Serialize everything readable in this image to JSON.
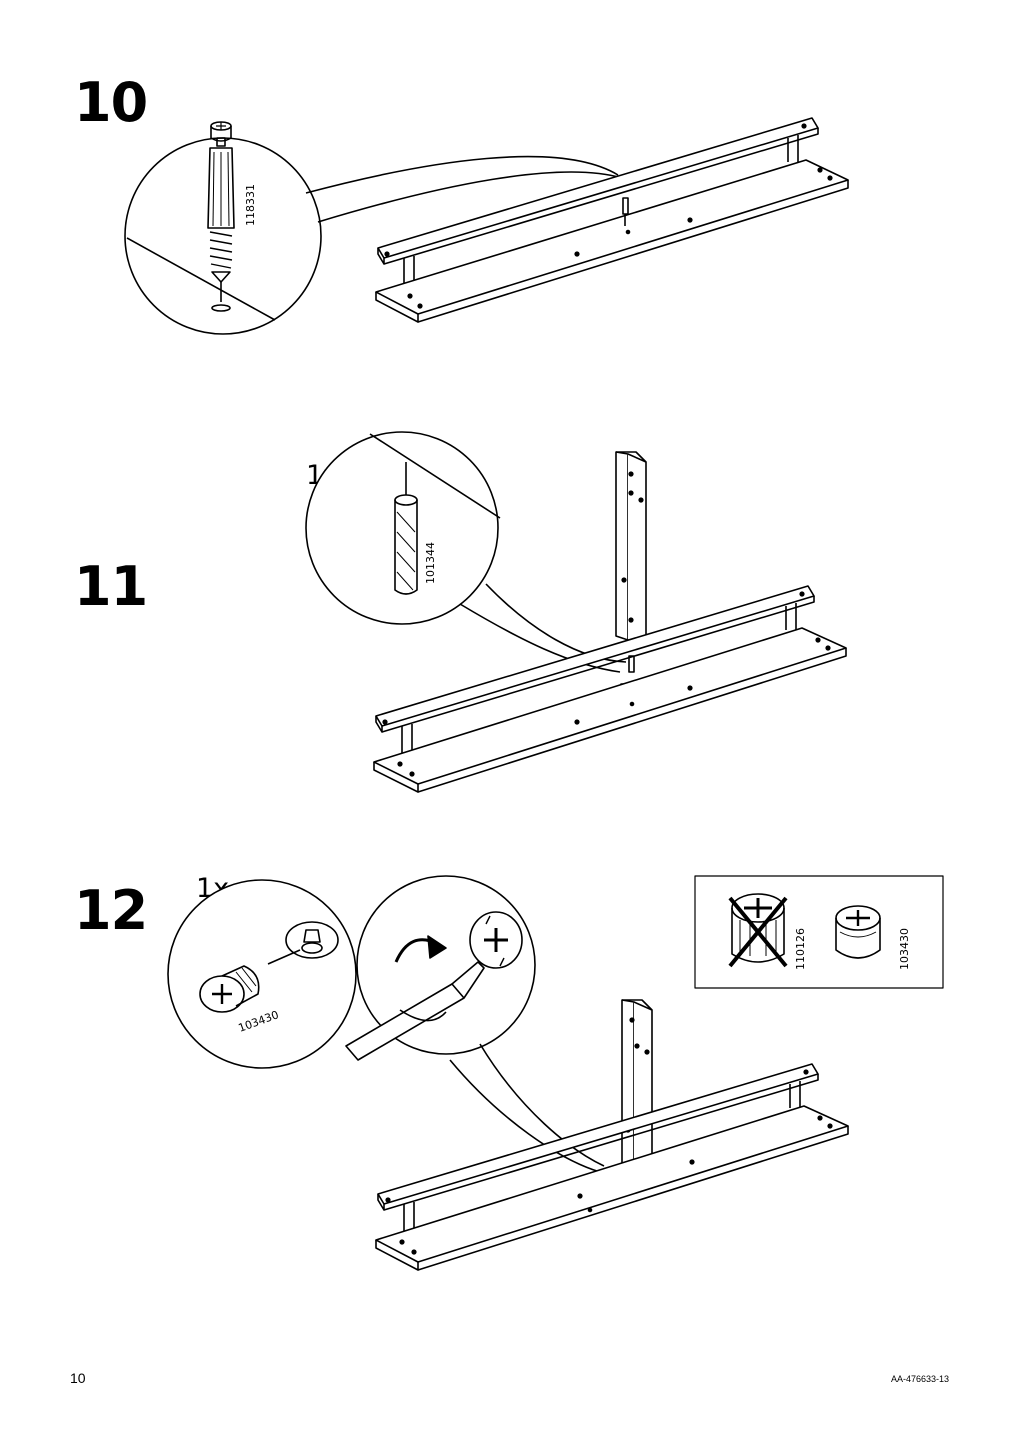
{
  "steps": [
    {
      "number": "10",
      "part_number": "118331"
    },
    {
      "number": "11",
      "quantity": "1x",
      "part_number": "101344"
    },
    {
      "number": "12",
      "quantity": "1x",
      "part_number": "103430"
    }
  ],
  "part_comparison": {
    "wrong_part": "110126",
    "correct_part": "103430"
  },
  "footer": {
    "page_number": "10",
    "document_id": "AA-476633-13"
  }
}
